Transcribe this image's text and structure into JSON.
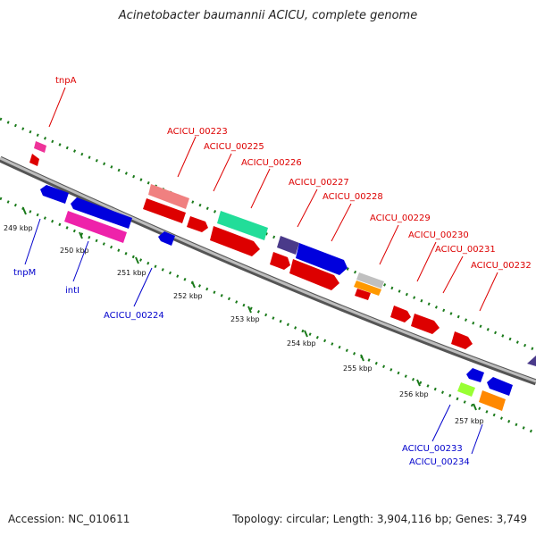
{
  "title": "Acinetobacter baumannii ACICU, complete genome",
  "footer": {
    "accession": "Accession: NC_010611",
    "topology": "Topology: circular; Length: 3,904,116 bp; Genes: 3,749"
  },
  "ticks": [
    "249 kbp",
    "250 kbp",
    "251 kbp",
    "252 kbp",
    "253 kbp",
    "254 kbp",
    "255 kbp",
    "256 kbp",
    "257 kbp"
  ],
  "labels": [
    {
      "text": "tnpA",
      "strand": "forward"
    },
    {
      "text": "ACICU_00223",
      "strand": "forward"
    },
    {
      "text": "ACICU_00225",
      "strand": "forward"
    },
    {
      "text": "ACICU_00226",
      "strand": "forward"
    },
    {
      "text": "ACICU_00227",
      "strand": "forward"
    },
    {
      "text": "ACICU_00228",
      "strand": "forward"
    },
    {
      "text": "ACICU_00229",
      "strand": "forward"
    },
    {
      "text": "ACICU_00230",
      "strand": "forward"
    },
    {
      "text": "ACICU_00231",
      "strand": "forward"
    },
    {
      "text": "ACICU_00232",
      "strand": "forward"
    },
    {
      "text": "tnpM",
      "strand": "reverse"
    },
    {
      "text": "intI",
      "strand": "reverse"
    },
    {
      "text": "ACICU_00224",
      "strand": "reverse"
    },
    {
      "text": "ACICU_00233",
      "strand": "reverse"
    },
    {
      "text": "ACICU_00234",
      "strand": "reverse"
    }
  ],
  "colors": {
    "forward_label": "#dd0000",
    "reverse_label": "#0000cc",
    "backbone": "#8a8a8a",
    "dotted_track": "#1a7a1a"
  }
}
